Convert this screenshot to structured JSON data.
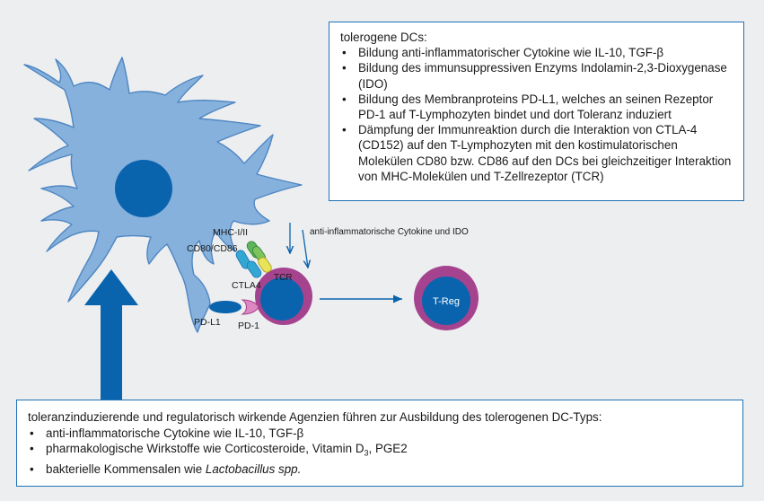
{
  "labels": {
    "mhc": "MHC-I/II",
    "cd80cd86": "CD80/CD86",
    "ctla4": "CTLA4",
    "pdl1": "PD-L1",
    "pd1": "PD-1",
    "tcr": "TCR",
    "treg": "T-Reg",
    "cytokines_ido": "anti-inflammatorische Cytokine und IDO"
  },
  "top_box": {
    "heading": "tolerogene DCs:",
    "items": [
      "Bildung anti-inflammatorischer Cytokine wie IL-10, TGF-β",
      "Bildung des immunsuppressiven Enzyms Indolamin-2,3-Dioxygenase (IDO)",
      "Bildung des Membranproteins PD-L1, welches an seinen Rezeptor PD-1 auf T-Lymphozyten bindet und dort Toleranz induziert",
      "Dämpfung der Immunreaktion durch die Interaktion von CTLA-4 (CD152) auf den T-Lymphozyten mit den kostimulatorischen Molekülen CD80 bzw. CD86 auf den DCs bei gleichzeitiger Interaktion von MHC-Molekülen und T-Zellrezeptor (TCR)"
    ]
  },
  "bottom_box": {
    "heading": "toleranzinduzierende und regulatorisch wirkende Agenzien führen zur Ausbildung des tolerogenen DC-Typs:",
    "item1": "anti-inflammatorische Cytokine wie IL-10, TGF-β",
    "item2_prefix": "pharmakologische Wirkstoffe wie Corticosteroide, Vitamin D",
    "item2_sub": "3",
    "item2_suffix": ", PGE2",
    "item3_prefix": "bakterielle Kommensalen wie ",
    "item3_italic": "Lactobacillus spp."
  },
  "colors": {
    "dc_body": "#86b1dc",
    "dc_outline": "#4e86c2",
    "nucleus": "#0a64ad",
    "arrow": "#0a64ad",
    "tcell_ring": "#a6438f",
    "mhc_green": "#5cb55a",
    "tcr_yellow": "#e8e357",
    "cd80_cyan": "#31a7d2",
    "pink": "#dd88c0"
  }
}
